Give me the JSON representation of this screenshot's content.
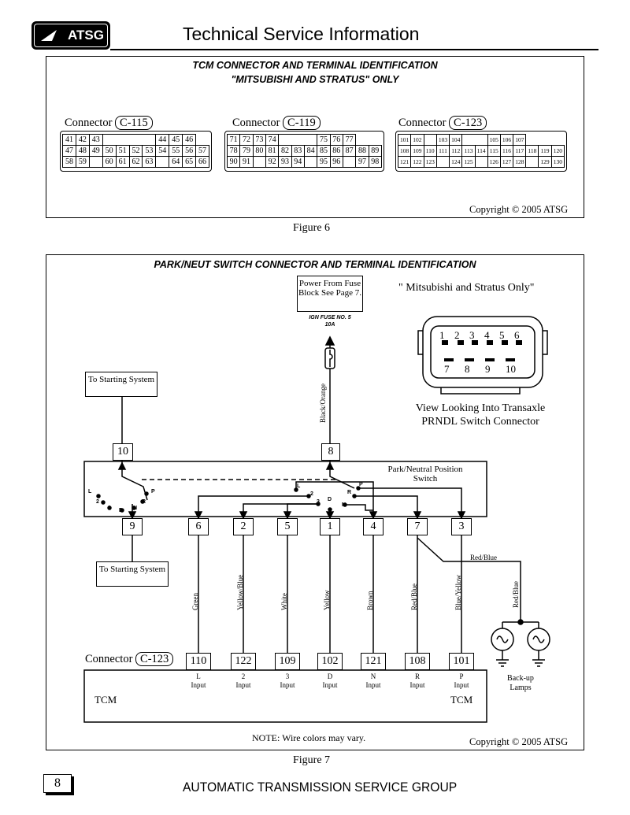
{
  "header": {
    "logo_text": "ATSG",
    "title": "Technical Service Information"
  },
  "figure6": {
    "title_line1": "TCM CONNECTOR AND TERMINAL IDENTIFICATION",
    "title_line2": "\"MITSUBISHI AND STRATUS\" ONLY",
    "connector_word": "Connector",
    "connectors": [
      {
        "id": "C-115",
        "rows": [
          [
            "41",
            "42",
            "43",
            "",
            "",
            "",
            "",
            "44",
            "45",
            "46"
          ],
          [
            "47",
            "48",
            "49",
            "50",
            "51",
            "52",
            "53",
            "54",
            "55",
            "56",
            "57"
          ],
          [
            "58",
            "59",
            "",
            "60",
            "61",
            "62",
            "63",
            "",
            "64",
            "65",
            "66"
          ]
        ]
      },
      {
        "id": "C-119",
        "rows": [
          [
            "71",
            "72",
            "73",
            "74",
            "",
            "",
            "",
            "75",
            "76",
            "77"
          ],
          [
            "78",
            "79",
            "80",
            "81",
            "82",
            "83",
            "84",
            "85",
            "86",
            "87",
            "88",
            "89"
          ],
          [
            "90",
            "91",
            "",
            "92",
            "93",
            "94",
            "",
            "95",
            "96",
            "",
            "97",
            "98"
          ]
        ]
      },
      {
        "id": "C-123",
        "rows": [
          [
            "101",
            "102",
            "",
            "103",
            "104",
            "",
            "",
            "105",
            "106",
            "107"
          ],
          [
            "108",
            "109",
            "110",
            "111",
            "112",
            "113",
            "114",
            "115",
            "116",
            "117",
            "118",
            "119",
            "120"
          ],
          [
            "121",
            "122",
            "123",
            "",
            "124",
            "125",
            "",
            "126",
            "127",
            "128",
            "",
            "129",
            "130"
          ]
        ]
      }
    ],
    "copyright": "Copyright © 2005 ATSG",
    "caption": "Figure 6"
  },
  "figure7": {
    "title": "PARK/NEUT SWITCH CONNECTOR AND TERMINAL IDENTIFICATION",
    "power_from": "Power From Fuse Block See Page 7.",
    "fuse_label": "IGN FUSE NO. 5 10A",
    "mitsubishi_note": "\" Mitsubishi and Stratus Only\"",
    "view_label_line1": "View Looking Into Transaxle",
    "view_label_line2": "PRNDL Switch Connector",
    "top_pins": [
      "1",
      "2",
      "3",
      "4",
      "5",
      "6"
    ],
    "bottom_pins": [
      "7",
      "8",
      "9",
      "10"
    ],
    "to_starting_system": "To Starting System",
    "to_starting_system_2": "To Starting System",
    "black_orange": "Black/Orange",
    "term_10": "10",
    "term_8": "8",
    "switch_label": "Park/Neutral Position Switch",
    "left_positions": [
      "L",
      "2",
      "3",
      "D",
      "N",
      "R",
      "P"
    ],
    "right_positions": [
      "L",
      "2",
      "3",
      "D",
      "N",
      "R",
      "P"
    ],
    "bottom_terms": [
      "9",
      "6",
      "2",
      "5",
      "1",
      "4",
      "7",
      "3"
    ],
    "wire_colors": [
      "Green",
      "Yellow/Blue",
      "White",
      "Yellow",
      "Brown",
      "Red/Blue",
      "Blue/Yellow"
    ],
    "red_blue_horizontal": "Red/Blue",
    "red_blue_vertical": "Red/Blue",
    "connector_word": "Connector",
    "connector_id": "C-123",
    "tcm_pins": [
      "110",
      "122",
      "109",
      "102",
      "121",
      "108",
      "101"
    ],
    "tcm_inputs": [
      {
        "letter": "L",
        "word": "Input"
      },
      {
        "letter": "2",
        "word": "Input"
      },
      {
        "letter": "3",
        "word": "Input"
      },
      {
        "letter": "D",
        "word": "Input"
      },
      {
        "letter": "N",
        "word": "Input"
      },
      {
        "letter": "R",
        "word": "Input"
      },
      {
        "letter": "P",
        "word": "Input"
      }
    ],
    "tcm_left": "TCM",
    "tcm_right": "TCM",
    "backup_lamps": "Back-up Lamps",
    "note": "NOTE: Wire colors may vary.",
    "copyright": "Copyright © 2005 ATSG",
    "caption": "Figure 7"
  },
  "footer": {
    "text": "AUTOMATIC TRANSMISSION SERVICE GROUP",
    "page_number": "8"
  }
}
